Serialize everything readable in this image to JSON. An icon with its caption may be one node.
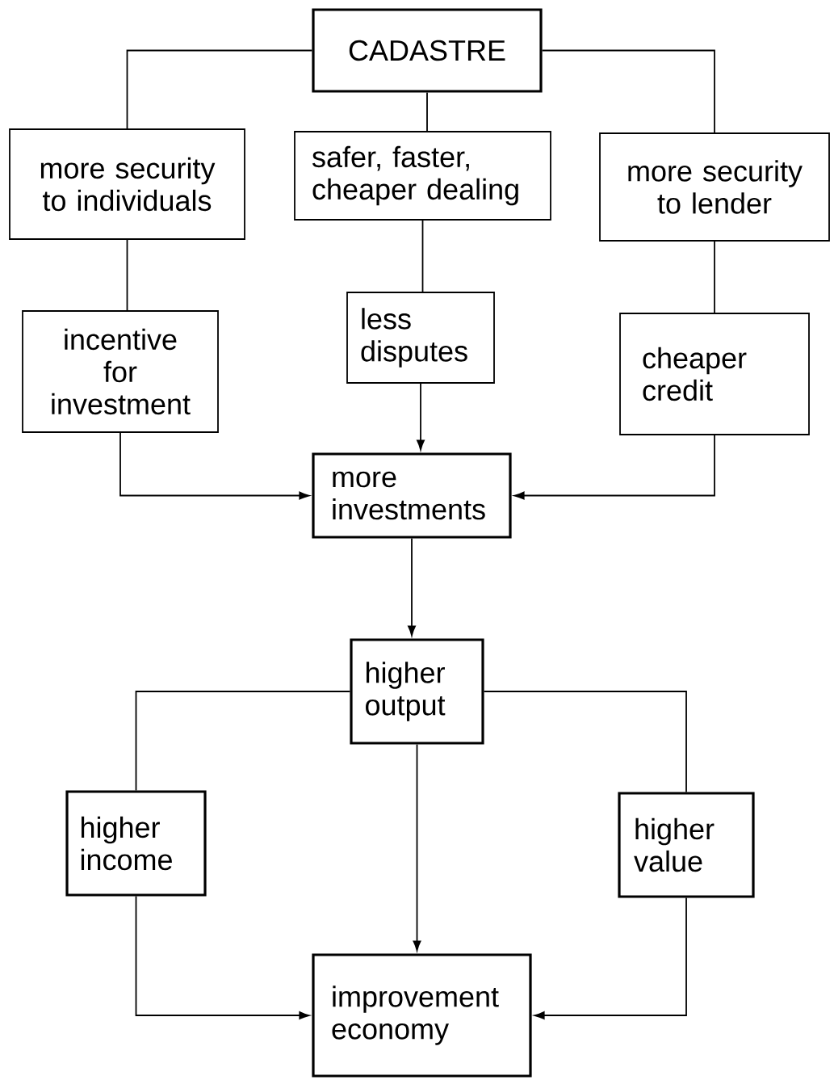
{
  "diagram": {
    "nodes": [
      {
        "text": [
          "CADASTRE"
        ]
      },
      {
        "text": [
          "more security to individuals"
        ]
      },
      {
        "text": [
          "safer, faster, cheaper dealing"
        ]
      },
      {
        "text": [
          "more security to lender"
        ]
      },
      {
        "text": [
          "incentive for investment"
        ]
      },
      {
        "text": [
          "less disputes"
        ]
      },
      {
        "text": [
          "cheaper credit"
        ]
      },
      {
        "text": [
          "more investments"
        ]
      },
      {
        "text": [
          "higher output"
        ]
      },
      {
        "text": [
          "higher income"
        ]
      },
      {
        "text": [
          "higher value"
        ]
      },
      {
        "text": [
          "improvement economy"
        ]
      }
    ],
    "edges": [
      {
        "from": 0,
        "to": 1,
        "arrow": "none"
      },
      {
        "from": 0,
        "to": 2,
        "arrow": "none"
      },
      {
        "from": 0,
        "to": 3,
        "arrow": "none"
      },
      {
        "from": 1,
        "to": 4,
        "arrow": "none"
      },
      {
        "from": 2,
        "to": 5,
        "arrow": "none"
      },
      {
        "from": 3,
        "to": 6,
        "arrow": "none"
      },
      {
        "from": 4,
        "to": 7,
        "arrow": "to"
      },
      {
        "from": 5,
        "to": 7,
        "arrow": "to"
      },
      {
        "from": 6,
        "to": 7,
        "arrow": "to"
      },
      {
        "from": 7,
        "to": 8,
        "arrow": "to"
      },
      {
        "from": 8,
        "to": 9,
        "arrow": "none"
      },
      {
        "from": 8,
        "to": 10,
        "arrow": "none"
      },
      {
        "from": 8,
        "to": 11,
        "arrow": "to"
      },
      {
        "from": 9,
        "to": 11,
        "arrow": "to"
      },
      {
        "from": 10,
        "to": 11,
        "arrow": "to"
      }
    ]
  }
}
